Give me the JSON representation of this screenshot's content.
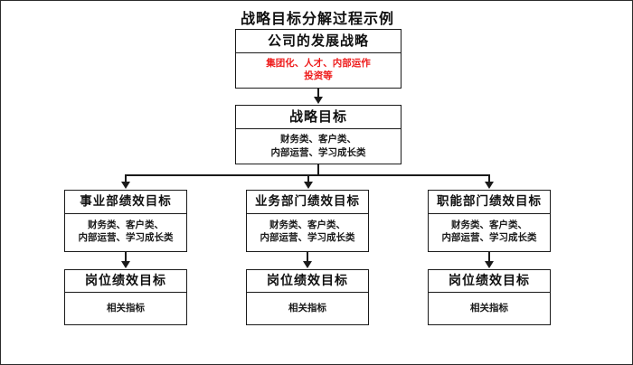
{
  "title": "战略目标分解过程示例",
  "colors": {
    "line": "#1a1a1a",
    "text": "#111111",
    "highlight_red": "#ee1c1c",
    "background": "#ffffff",
    "page_border": "#2b2b2b"
  },
  "nodes": {
    "company": {
      "header": "公司的发展战略",
      "body": "集团化、人才、内部运作\n投资等"
    },
    "strategy": {
      "header": "战略目标",
      "body": "财务类、客户类、\n内部运营、学习成长类"
    },
    "departments": [
      {
        "header": "事业部绩效目标",
        "body": "财务类、客户类、\n内部运营、学习成长类"
      },
      {
        "header": "业务部门绩效目标",
        "body": "财务类、客户类、\n内部运营、学习成长类"
      },
      {
        "header": "职能部门绩效目标",
        "body": "财务类、客户类、\n内部运营、学习成长类"
      }
    ],
    "positions": [
      {
        "header": "岗位绩效目标",
        "body": "相关指标"
      },
      {
        "header": "岗位绩效目标",
        "body": "相关指标"
      },
      {
        "header": "岗位绩效目标",
        "body": "相关指标"
      }
    ]
  }
}
